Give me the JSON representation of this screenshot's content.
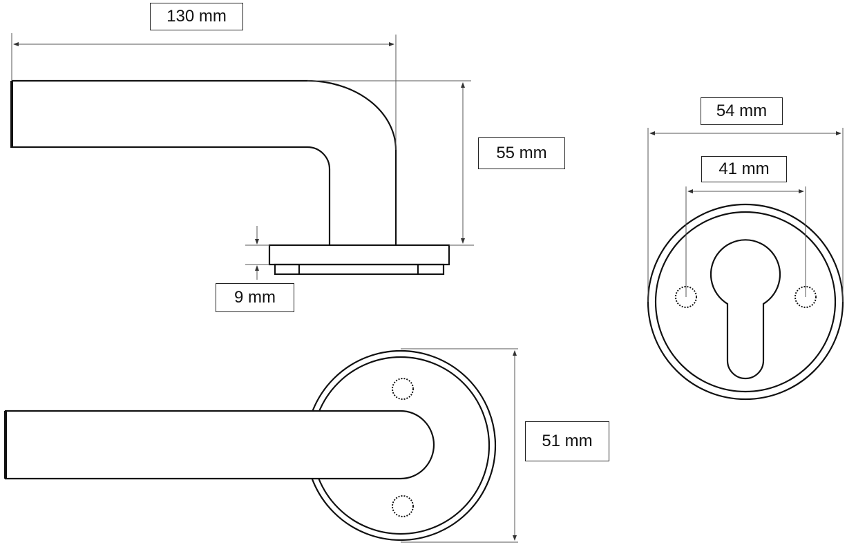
{
  "dimensions": {
    "lever_length": "130 mm",
    "lever_height": "55 mm",
    "rosette_thickness": "9 mm",
    "rosette_diameter": "51 mm",
    "escutcheon_diameter": "54 mm",
    "escutcheon_hole_spacing": "41 mm"
  },
  "colors": {
    "line": "#111111",
    "dim": "#555555"
  }
}
